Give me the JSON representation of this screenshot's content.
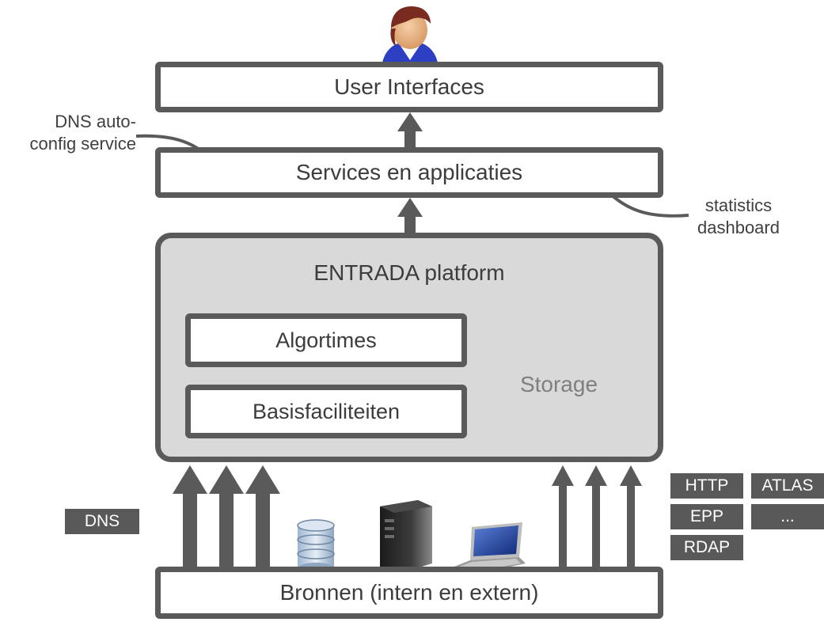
{
  "layers": {
    "user_interfaces": "User Interfaces",
    "services": "Services en applicaties",
    "platform": "ENTRADA platform",
    "algorithms": "Algortimes",
    "basis": "Basisfaciliteiten",
    "storage": "Storage",
    "sources": "Bronnen (intern en extern)"
  },
  "annotations": {
    "dns_autoconfig_line1": "DNS auto-",
    "dns_autoconfig_line2": "config service",
    "stats_line1": "statistics",
    "stats_line2": "dashboard"
  },
  "tags": {
    "dns": "DNS",
    "http": "HTTP",
    "atlas": "ATLAS",
    "epp": "EPP",
    "more": "...",
    "rdap": "RDAP"
  },
  "colors": {
    "border": "#5a5a5a",
    "platform_fill": "#d9d9d9",
    "tag_fill": "#595959"
  }
}
